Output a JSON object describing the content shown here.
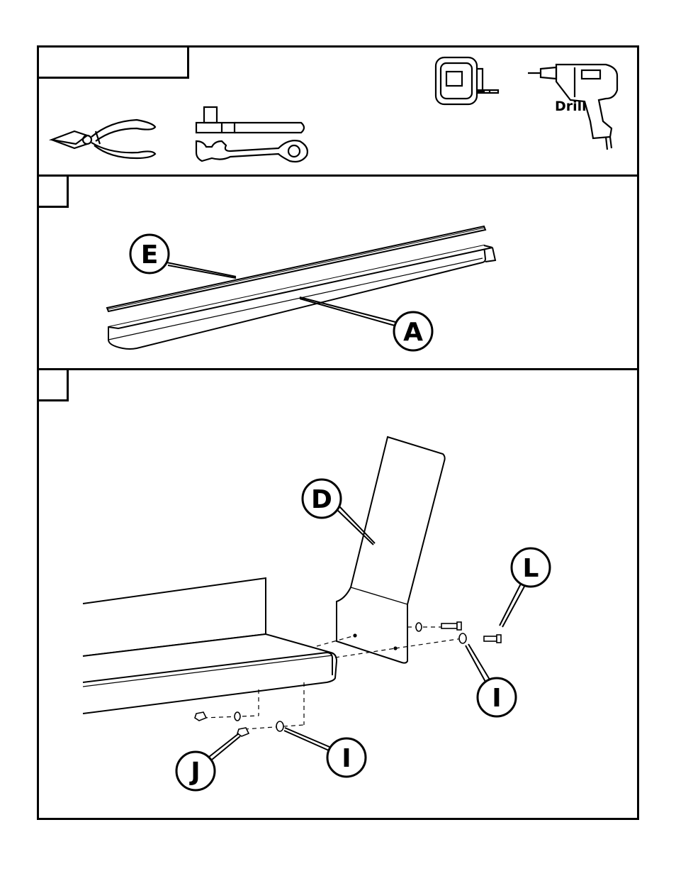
{
  "tools_panel": {
    "drill_label": "Drill",
    "icons": [
      "cutting-pliers-icon",
      "wrench-icon",
      "socket-wrench-icon",
      "tape-measure-icon",
      "drill-icon"
    ]
  },
  "step1": {
    "callouts": {
      "e": "E",
      "a": "A"
    }
  },
  "step2": {
    "callouts": {
      "d": "D",
      "l": "L",
      "i_right": "I",
      "j": "J",
      "i_bottom": "I"
    }
  },
  "colors": {
    "ink": "#000000",
    "paper": "#ffffff"
  }
}
